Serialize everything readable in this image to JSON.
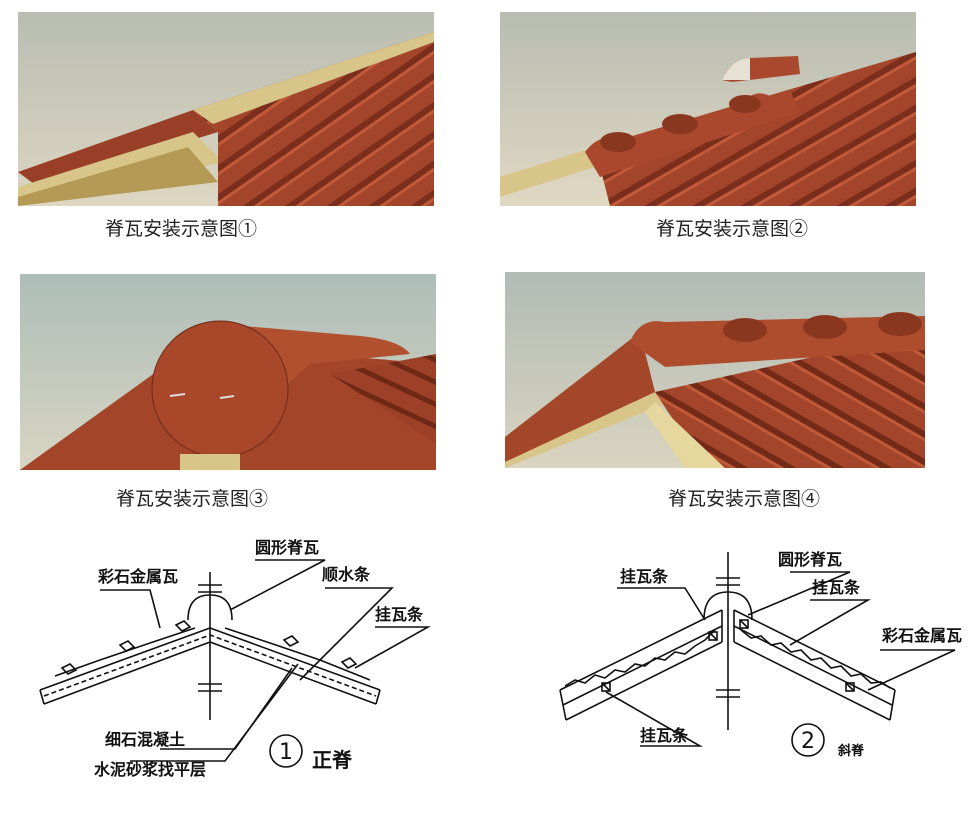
{
  "captions": {
    "fig1": "脊瓦安装示意图①",
    "fig2": "脊瓦安装示意图②",
    "fig3": "脊瓦安装示意图③",
    "fig4": "脊瓦安装示意图④"
  },
  "diagram1": {
    "number": "1",
    "title": "正脊",
    "labels": {
      "round_ridge": "圆形脊瓦",
      "metal_tile": "彩石金属瓦",
      "counter_batten": "顺水条",
      "tile_batten": "挂瓦条",
      "concrete": "细石混凝土",
      "mortar": "水泥砂浆找平层"
    }
  },
  "diagram2": {
    "number": "2",
    "title": "斜脊",
    "labels": {
      "tile_batten_top": "挂瓦条",
      "round_ridge": "圆形脊瓦",
      "tile_batten_right": "挂瓦条",
      "metal_tile": "彩石金属瓦",
      "tile_batten_bottom": "挂瓦条"
    }
  },
  "colors": {
    "tile_red": "#a8472a",
    "tile_dark": "#7e2f1b",
    "wood": "#d9c487",
    "sky": "#c9cbbf"
  }
}
